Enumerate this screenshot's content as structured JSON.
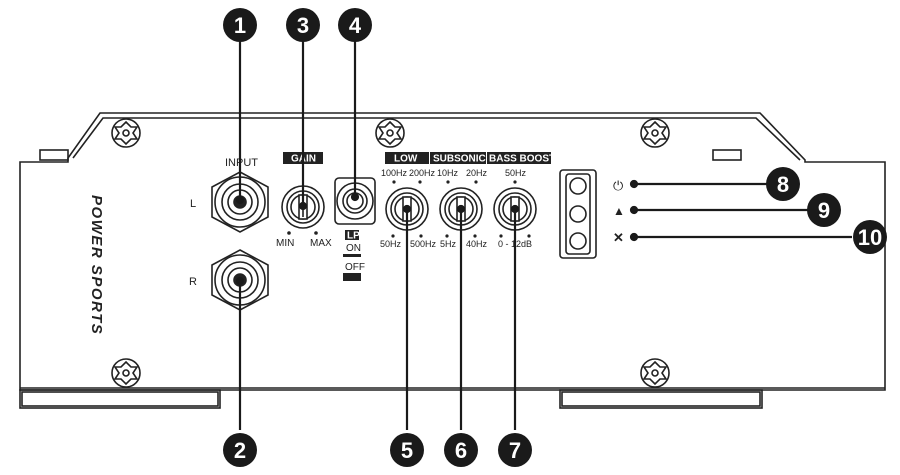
{
  "labels": {
    "input": "INPUT",
    "left": "L",
    "right": "R",
    "gain": "GAIN",
    "min": "MIN",
    "max": "MAX",
    "lp": "LP",
    "on": "ON",
    "off": "OFF",
    "low": "LOW",
    "subsonic": "SUBSONIC",
    "bass_boost": "BASS BOOST",
    "low_top_left": "100Hz",
    "low_top_right": "200Hz",
    "low_bottom_left": "50Hz",
    "low_bottom_right": "500Hz",
    "sub_top_left": "10Hz",
    "sub_top_right": "20Hz",
    "sub_bottom_left": "5Hz",
    "sub_bottom_right": "40Hz",
    "boost_top": "50Hz",
    "boost_bottom": "0 - 12dB",
    "brand": "POWER SPORTS"
  },
  "callouts": [
    "1",
    "2",
    "3",
    "4",
    "5",
    "6",
    "7",
    "8",
    "9",
    "10"
  ],
  "indicators": [
    {
      "icon": "power-icon",
      "glyph": "⏻"
    },
    {
      "icon": "warning-triangle-icon",
      "glyph": "▲"
    },
    {
      "icon": "protect-cross-icon",
      "glyph": "✕"
    }
  ],
  "colors": {
    "line": "#222222",
    "callout": "#1a1a1a"
  }
}
